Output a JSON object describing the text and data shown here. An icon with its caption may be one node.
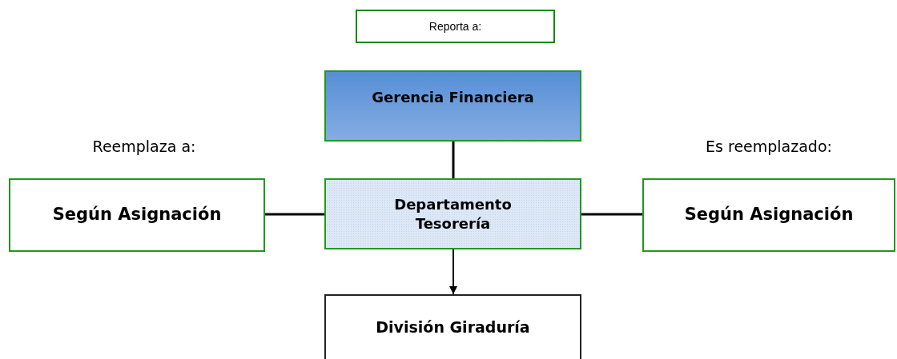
{
  "diagram": {
    "nodes": [
      {
        "text": [
          "Reporta a:"
        ]
      },
      {
        "text": [
          "Gerencia Financiera"
        ]
      },
      {
        "text": [
          "Según Asignación"
        ]
      },
      {
        "text": [
          "Departamento Tesorería"
        ]
      },
      {
        "text": [
          "Según Asignación"
        ]
      },
      {
        "text": [
          "División Giraduría"
        ]
      }
    ],
    "edges": [
      {
        "from": 1,
        "to": 3,
        "arrow": "none"
      },
      {
        "from": 2,
        "to": 3,
        "arrow": "none"
      },
      {
        "from": 3,
        "to": 4,
        "arrow": "none"
      },
      {
        "from": 3,
        "to": 5,
        "arrow": "to"
      }
    ],
    "labels": [
      "Reemplaza a:",
      "Es reemplazado:"
    ]
  }
}
